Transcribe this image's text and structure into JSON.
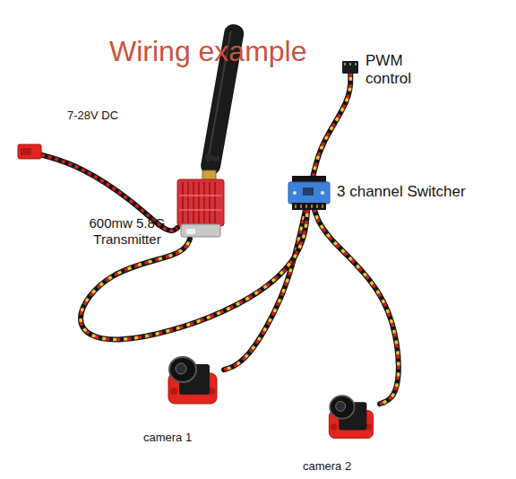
{
  "diagram": {
    "title": "Wiring example",
    "nodes": [
      {
        "text": [
          "PWM control"
        ]
      },
      {
        "text": [
          "7-28V DC"
        ]
      },
      {
        "text": [
          "3 channel Switcher"
        ]
      },
      {
        "text": [
          "600mw 5.8G Transmitter"
        ]
      },
      {
        "text": [
          "camera 1"
        ]
      },
      {
        "text": [
          "camera 2"
        ]
      }
    ],
    "edges": [
      {
        "from": 0,
        "to": 2,
        "arrow": "none"
      },
      {
        "from": 1,
        "to": 3,
        "arrow": "none"
      },
      {
        "from": 4,
        "to": 2,
        "arrow": "none"
      },
      {
        "from": 5,
        "to": 2,
        "arrow": "none"
      },
      {
        "from": 2,
        "to": 3,
        "arrow": "none"
      }
    ]
  }
}
